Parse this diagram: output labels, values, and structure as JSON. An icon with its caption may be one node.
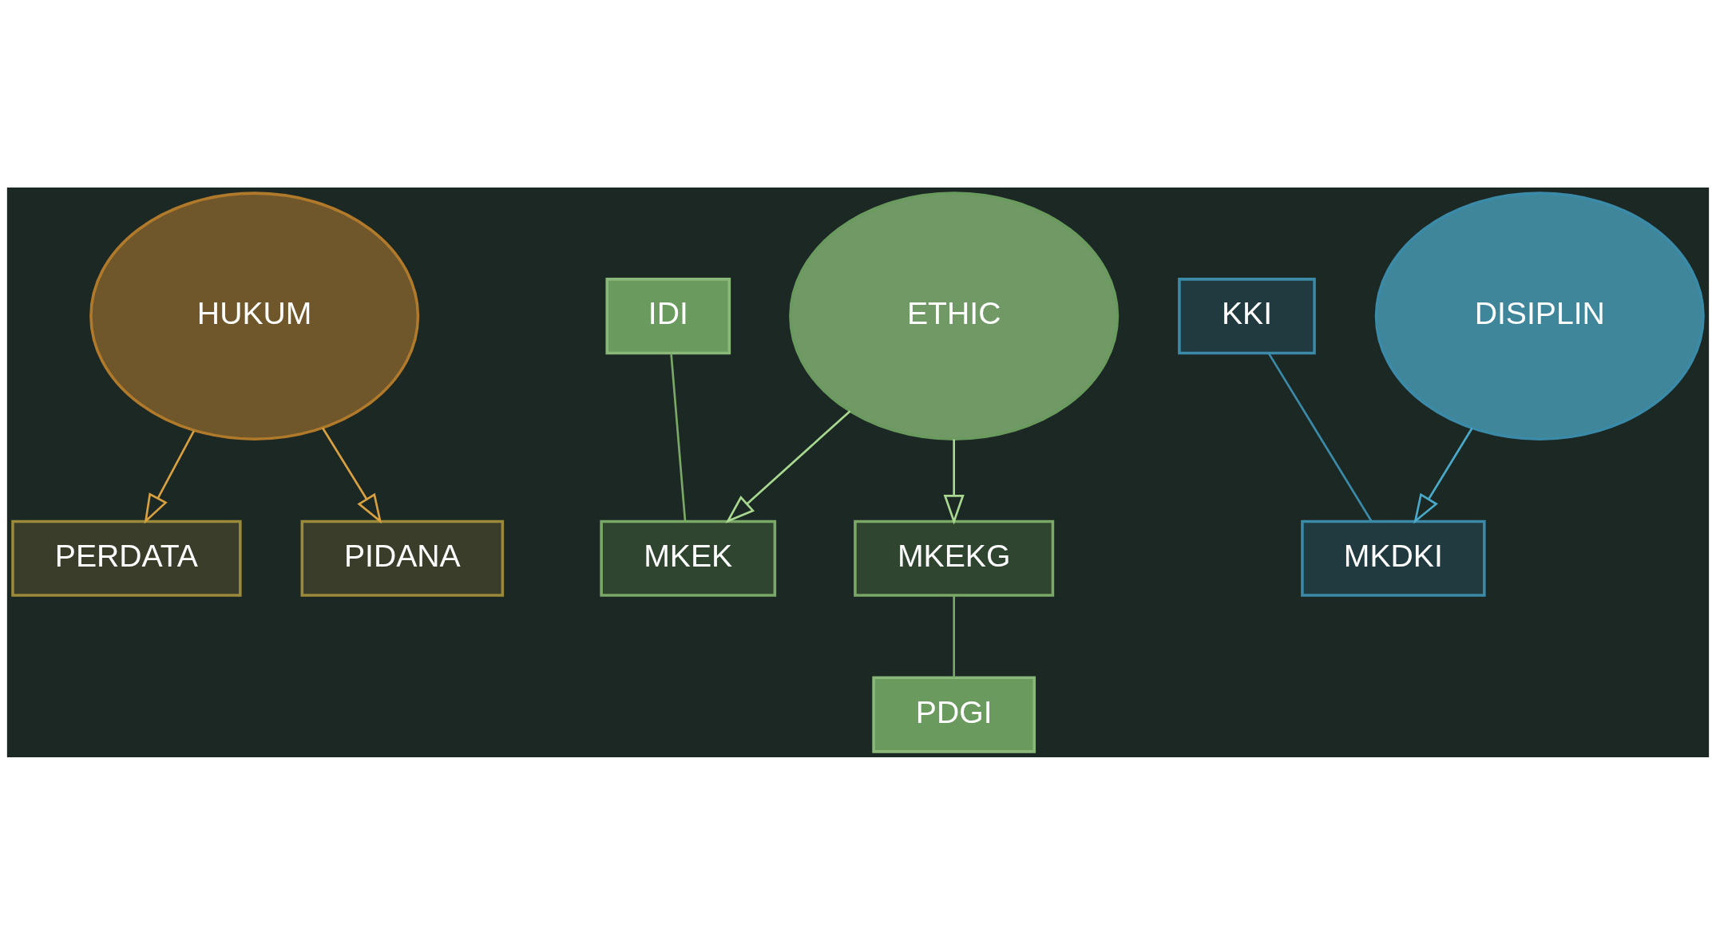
{
  "diagram": {
    "nodes": [
      {
        "text": [
          "PERDATA"
        ]
      },
      {
        "text": [
          "PIDANA"
        ]
      },
      {
        "text": [
          "IDI"
        ]
      },
      {
        "text": [
          "HUKUM"
        ]
      },
      {
        "text": [
          "MKEK"
        ]
      },
      {
        "text": [
          "KKI"
        ]
      },
      {
        "text": [
          "ETHIC"
        ]
      },
      {
        "text": [
          "MKEKG"
        ]
      },
      {
        "text": [
          "DISIPLIN"
        ]
      },
      {
        "text": [
          "MKDKI"
        ]
      },
      {
        "text": [
          "PDGI"
        ]
      }
    ],
    "edges": [
      {
        "from": 3,
        "to": 0,
        "arrow": "to",
        "color": "#d9a040"
      },
      {
        "from": 3,
        "to": 1,
        "arrow": "to",
        "color": "#d9a040"
      },
      {
        "from": 6,
        "to": 4,
        "arrow": "to",
        "color": "#a8d890"
      },
      {
        "from": 6,
        "to": 7,
        "arrow": "to",
        "color": "#a8d890"
      },
      {
        "from": 8,
        "to": 9,
        "arrow": "to",
        "color": "#4aa8c8"
      },
      {
        "from": 2,
        "to": 4,
        "arrow": "none",
        "color": "#7aa866"
      },
      {
        "from": 7,
        "to": 10,
        "arrow": "none",
        "color": "#7aa866"
      },
      {
        "from": 5,
        "to": 9,
        "arrow": "none",
        "color": "#3a8aa8"
      }
    ]
  }
}
